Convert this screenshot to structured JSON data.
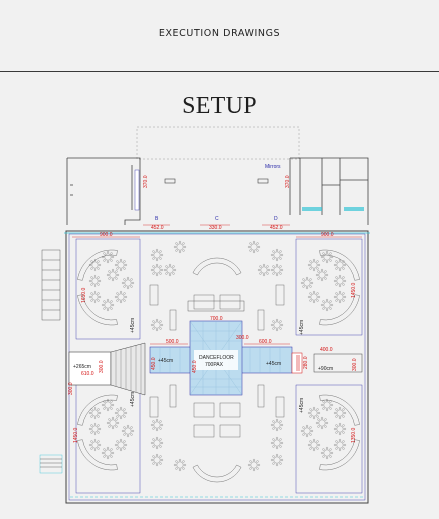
{
  "header": {
    "title": "EXECUTION DRAWINGS"
  },
  "page": {
    "title": "SETUP"
  },
  "plan": {
    "labels": {
      "mirrors": "Mirrors",
      "door_b": "B",
      "door_c": "C",
      "door_d": "D",
      "dancefloor_line1": "DANCEFLOOR",
      "dancefloor_line2": "700PAX",
      "left_stage_width": "+265cm",
      "right_stage_width": "+90cm",
      "left_height_top": "+45cm",
      "left_height_bottom": "+45cm",
      "right_height_top": "+45cm",
      "right_height_bottom": "+45cm",
      "stage_small_left": "+45cm",
      "stage_small_right": "+45cm"
    },
    "dims": {
      "d_lobby_left": "370.0",
      "d_lobby_right": "370.0",
      "d_b": "452.0",
      "d_c": "330.0",
      "d_d": "452.0",
      "d_top_left": "900.0",
      "d_top_right": "900.0",
      "d_left_vert_top": "1650.0",
      "d_right_vert_top": "1450.0",
      "d_dance_top": "700.0",
      "d_dance_left": "500.0",
      "d_dance_right": "600.0",
      "d_dance_inner_left": "450.0",
      "d_dance_inner_right": "450.0",
      "d_stage_left": "610.0",
      "d_stage_left_v": "300.0",
      "d_bar_right": "400.0",
      "d_right_mid": "300.0",
      "d_right_mid2": "280.0",
      "d_left_vert_bottom": "1450.0",
      "d_right_vert_bottom": "1350.0",
      "d_far_left_mid": "300.0",
      "d_stage_front": "300.0"
    }
  },
  "colors": {
    "wall": "#444444",
    "dimension": "#d41111",
    "annotation": "#2a2aa8",
    "dancefloor": "#bcdcef",
    "cyan_accent": "#36c4d6",
    "furniture": "#666666"
  }
}
